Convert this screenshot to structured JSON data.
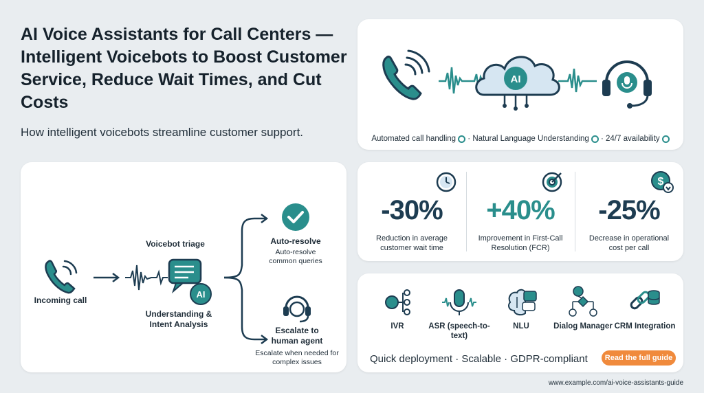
{
  "header": {
    "title": "AI Voice Assistants for Call Centers — Intelligent Voicebots to Boost Customer Service, Reduce Wait Times, and Cut Costs",
    "subtitle": "How intelligent voicebots streamline customer support."
  },
  "hero": {
    "cloud_label": "AI",
    "features": [
      {
        "label": "Automated call handling",
        "icon": "gear-icon"
      },
      {
        "label": "Natural Language Understanding",
        "icon": "brain-icon"
      },
      {
        "label": "24/7 availability",
        "icon": "globe-icon"
      }
    ],
    "separator": "·"
  },
  "flow": {
    "incoming": "Incoming call",
    "triage": "Voicebot triage",
    "bubble_label": "AI",
    "understanding": "Understanding & Intent Analysis",
    "auto_resolve_title": "Auto-resolve",
    "auto_resolve_desc": "Auto-resolve common queries",
    "escalate_title": "Escalate to human agent",
    "escalate_desc": "Escalate when needed for complex issues"
  },
  "stats": [
    {
      "value": "-30%",
      "label": "Reduction in average customer wait time",
      "icon": "clock-icon",
      "color": "#1d3c51"
    },
    {
      "value": "+40%",
      "label": "Improvement in First-Call Resolution (FCR)",
      "icon": "target-icon",
      "color": "#2a8e8c"
    },
    {
      "value": "-25%",
      "label": "Decrease in operational cost per call",
      "icon": "dollar-down-icon",
      "color": "#1d3c51"
    }
  ],
  "components": [
    {
      "label": "IVR",
      "icon": "ivr-icon"
    },
    {
      "label": "ASR (speech-to-text)",
      "icon": "microphone-icon"
    },
    {
      "label": "NLU",
      "icon": "brain-icon"
    },
    {
      "label": "Dialog Manager",
      "icon": "flowchart-icon"
    },
    {
      "label": "CRM Integration",
      "icon": "chain-database-icon"
    }
  ],
  "tagline": "Quick deployment · Scalable · GDPR-compliant",
  "cta_label": "Read the full guide",
  "footer_url": "www.example.com/ai-voice-assistants-guide",
  "colors": {
    "teal": "#2a8e8c",
    "navy": "#1d3c51",
    "accent_orange": "#f08a3c",
    "background": "#e9edf0"
  }
}
